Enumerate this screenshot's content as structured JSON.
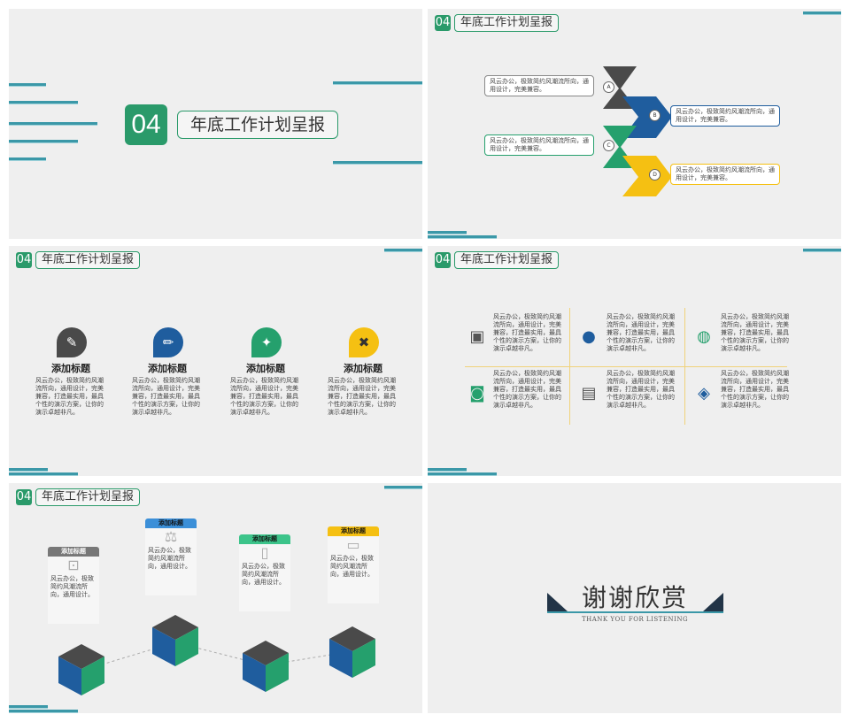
{
  "number": "04",
  "section_title": "年底工作计划呈报",
  "zigzag": {
    "labels": [
      "A",
      "B",
      "C",
      "D"
    ],
    "texts": [
      "风云办公，极致简约风潮流所向，通用设计，完美兼容。",
      "风云办公，极致简约风潮流所向，通用设计，完美兼容。",
      "风云办公，极致简约风潮流所向，通用设计，完美兼容。",
      "风云办公，极致简约风潮流所向，通用设计，完美兼容。"
    ],
    "colors": [
      "#4a4a4a",
      "#1f5d9e",
      "#25a06d",
      "#f5c012"
    ]
  },
  "features": [
    {
      "title": "添加标题",
      "text": "风云办公，极致简约风潮流所向，通用设计，完美兼容，打造最实用，最具个性的演示方案，让你的演示卓越非凡。",
      "color": "#4a4a4a",
      "icon": "edit-icon",
      "glyph": "✎"
    },
    {
      "title": "添加标题",
      "text": "风云办公，极致简约风潮流所向，通用设计，完美兼容，打造最实用，最具个性的演示方案，让你的演示卓越非凡。",
      "color": "#1f5d9e",
      "icon": "pencil-icon",
      "glyph": "✏"
    },
    {
      "title": "添加标题",
      "text": "风云办公，极致简约风潮流所向，通用设计，完美兼容，打造最实用，最具个性的演示方案，让你的演示卓越非凡。",
      "color": "#25a06d",
      "icon": "wrench-icon",
      "glyph": "✦"
    },
    {
      "title": "添加标题",
      "text": "风云办公，极致简约风潮流所向，通用设计，完美兼容，打造最实用，最具个性的演示方案，让你的演示卓越非凡。",
      "color": "#f5c012",
      "icon": "tools-icon",
      "glyph": "✖"
    }
  ],
  "grid": [
    {
      "icon": "id-card-icon",
      "glyph": "▣",
      "color": "#555",
      "text": "风云办公，极致简约风潮流所向，通用设计，完美兼容，打造最实用，最具个性的演示方案，让你的演示卓越非凡。"
    },
    {
      "icon": "chat-icon",
      "glyph": "●",
      "color": "#1f5d9e",
      "text": "风云办公，极致简约风潮流所向，通用设计，完美兼容，打造最实用，最具个性的演示方案，让你的演示卓越非凡。"
    },
    {
      "icon": "network-icon",
      "glyph": "◍",
      "color": "#25a06d",
      "text": "风云办公，极致简约风潮流所向，通用设计，完美兼容，打造最实用，最具个性的演示方案，让你的演示卓越非凡。"
    },
    {
      "icon": "camera-icon",
      "glyph": "◙",
      "color": "#25a06d",
      "text": "风云办公，极致简约风潮流所向，通用设计，完美兼容，打造最实用，最具个性的演示方案，让你的演示卓越非凡。"
    },
    {
      "icon": "computer-icon",
      "glyph": "▤",
      "color": "#555",
      "text": "风云办公，极致简约风潮流所向，通用设计，完美兼容，打造最实用，最具个性的演示方案，让你的演示卓越非凡。"
    },
    {
      "icon": "devices-icon",
      "glyph": "◈",
      "color": "#1f5d9e",
      "text": "风云办公，极致简约风潮流所向，通用设计，完美兼容，打造最实用，最具个性的演示方案，让你的演示卓越非凡。"
    }
  ],
  "cubes": [
    {
      "tag": "添加标题",
      "tag_color": "#777",
      "icon": "chart-icon",
      "text": "风云办公，极致简约风潮流所向，通用设计。"
    },
    {
      "tag": "添加标题",
      "tag_color": "#3b8fd8",
      "icon": "scale-icon",
      "text": "风云办公，极致简约风潮流所向，通用设计。"
    },
    {
      "tag": "添加标题",
      "tag_color": "#3cc48a",
      "icon": "document-icon",
      "text": "风云办公，极致简约风潮流所向，通用设计。"
    },
    {
      "tag": "添加标题",
      "tag_color": "#f5c012",
      "icon": "monitor-icon",
      "text": "风云办公，极致简约风潮流所向，通用设计。"
    }
  ],
  "thanks": {
    "title": "谢谢欣赏",
    "subtitle": "THANK YOU FOR LISTENING"
  }
}
